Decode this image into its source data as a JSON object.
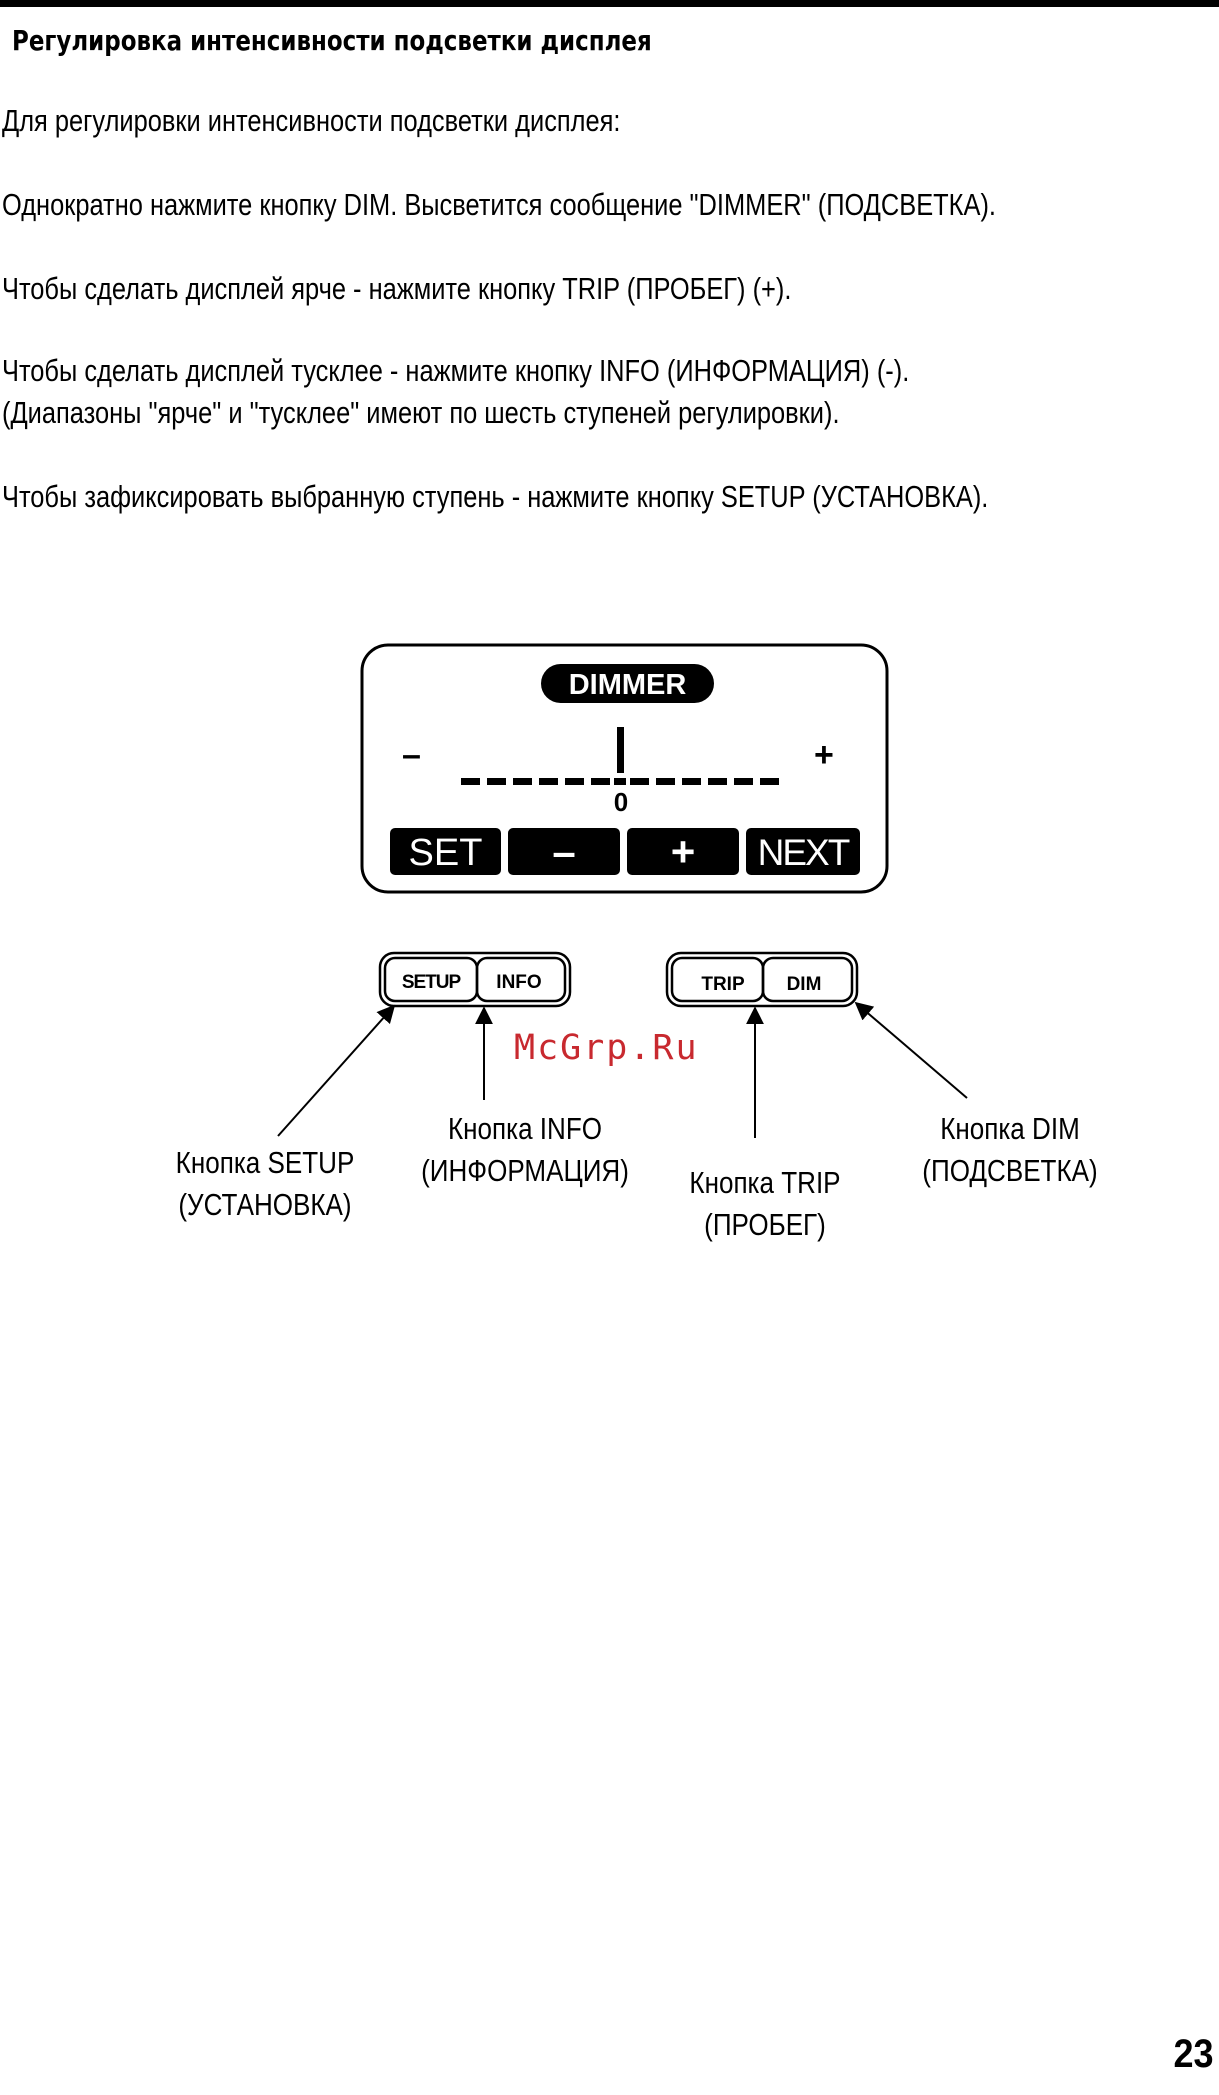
{
  "heading": "Регулировка интенсивности подсветки дисплея",
  "paragraphs": [
    "Для регулировки интенсивности подсветки дисплея:",
    "Однократно нажмите кнопку DIM. Высветится сообщение \"DIMMER\" (ПОДСВЕТКА).",
    "Чтобы сделать дисплей ярче - нажмите кнопку TRIP (ПРОБЕГ) (+).",
    "Чтобы сделать дисплей тусклее - нажмите кнопку INFO (ИНФОРМАЦИЯ) (-).",
    "(Диапазоны \"ярче\" и \"тусклее\" имеют по шесть ступеней регулировки).",
    "Чтобы зафиксировать выбранную ступень - нажмите кнопку SETUP (УСТАНОВКА)."
  ],
  "display": {
    "badge": "DIMMER",
    "minus_sign": "–",
    "plus_sign": "+",
    "zero_mark": "0",
    "softkeys": [
      "SET",
      "–",
      "+",
      "NEXT"
    ],
    "level_steps_each_side": 6,
    "level": 0
  },
  "buttons": {
    "left_group": [
      "SETUP",
      "INFO"
    ],
    "right_group": [
      "TRIP",
      "DIM"
    ]
  },
  "callouts": {
    "setup": [
      "Кнопка SETUP",
      "(УСТАНОВКА)"
    ],
    "info": [
      "Кнопка INFO",
      "(ИНФОРМАЦИЯ)"
    ],
    "trip": [
      "Кнопка TRIP",
      "(ПРОБЕГ)"
    ],
    "dim": [
      "Кнопка DIM",
      "(ПОДСВЕТКА)"
    ]
  },
  "watermark": "McGrp.Ru",
  "page_number": "23",
  "colors": {
    "watermark": "#c8292f",
    "ink": "#000000",
    "background": "#ffffff"
  }
}
